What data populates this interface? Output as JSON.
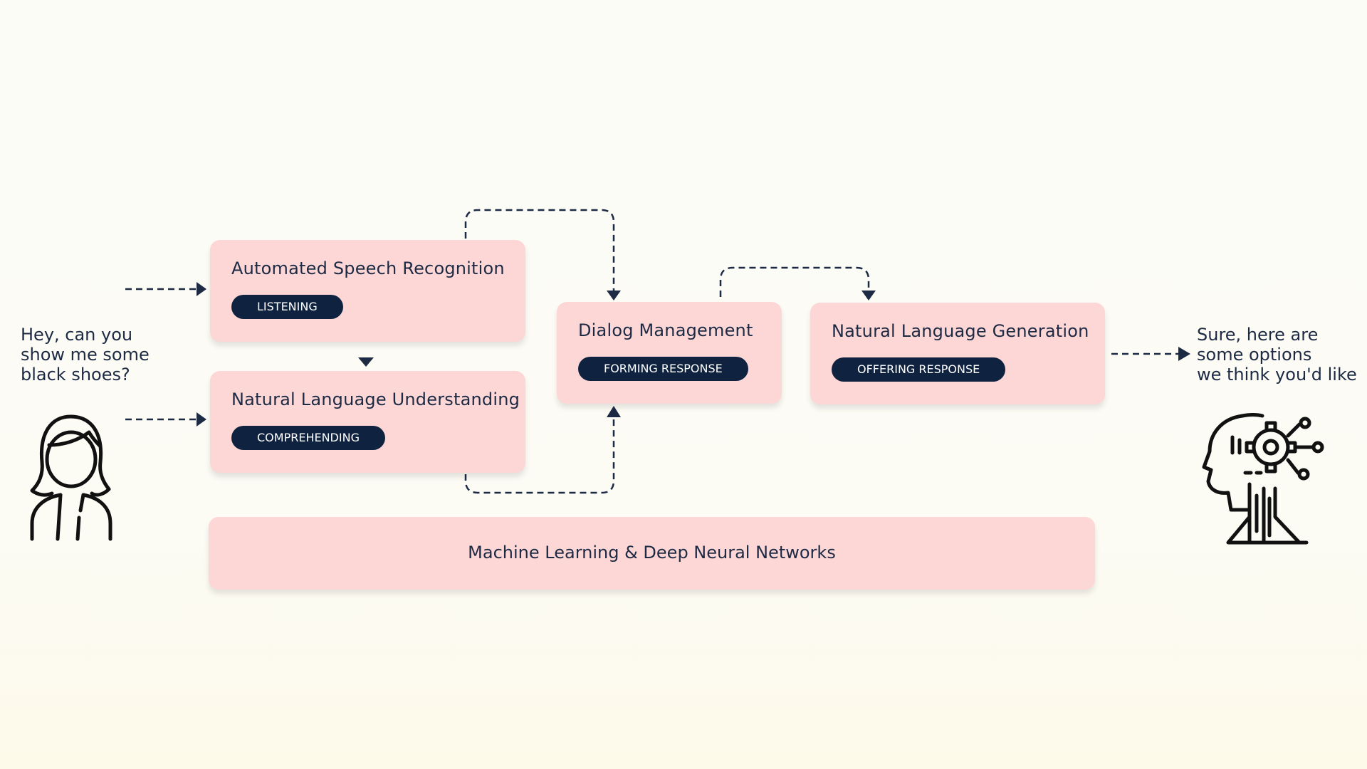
{
  "user": {
    "utterance": "Hey, can you\nshow me some\nblack shoes?",
    "icon": "woman-user-icon"
  },
  "assistant": {
    "utterance": "Sure, here are\nsome options\nwe think you'd like",
    "icon": "ai-head-gear-icon"
  },
  "stages": {
    "asr": {
      "title": "Automated Speech Recognition",
      "badge": "LISTENING"
    },
    "nlu": {
      "title": "Natural Language Understanding",
      "badge": "COMPREHENDING"
    },
    "dm": {
      "title": "Dialog Management",
      "badge": "FORMING RESPONSE"
    },
    "nlg": {
      "title": "Natural Language Generation",
      "badge": "OFFERING RESPONSE"
    }
  },
  "foundation": {
    "label": "Machine Learning & Deep Neural Networks"
  },
  "colors": {
    "box": "#fdd6d6",
    "pill": "#0f2340",
    "arrow": "#1d2a44",
    "background": "#fcfcf7"
  }
}
